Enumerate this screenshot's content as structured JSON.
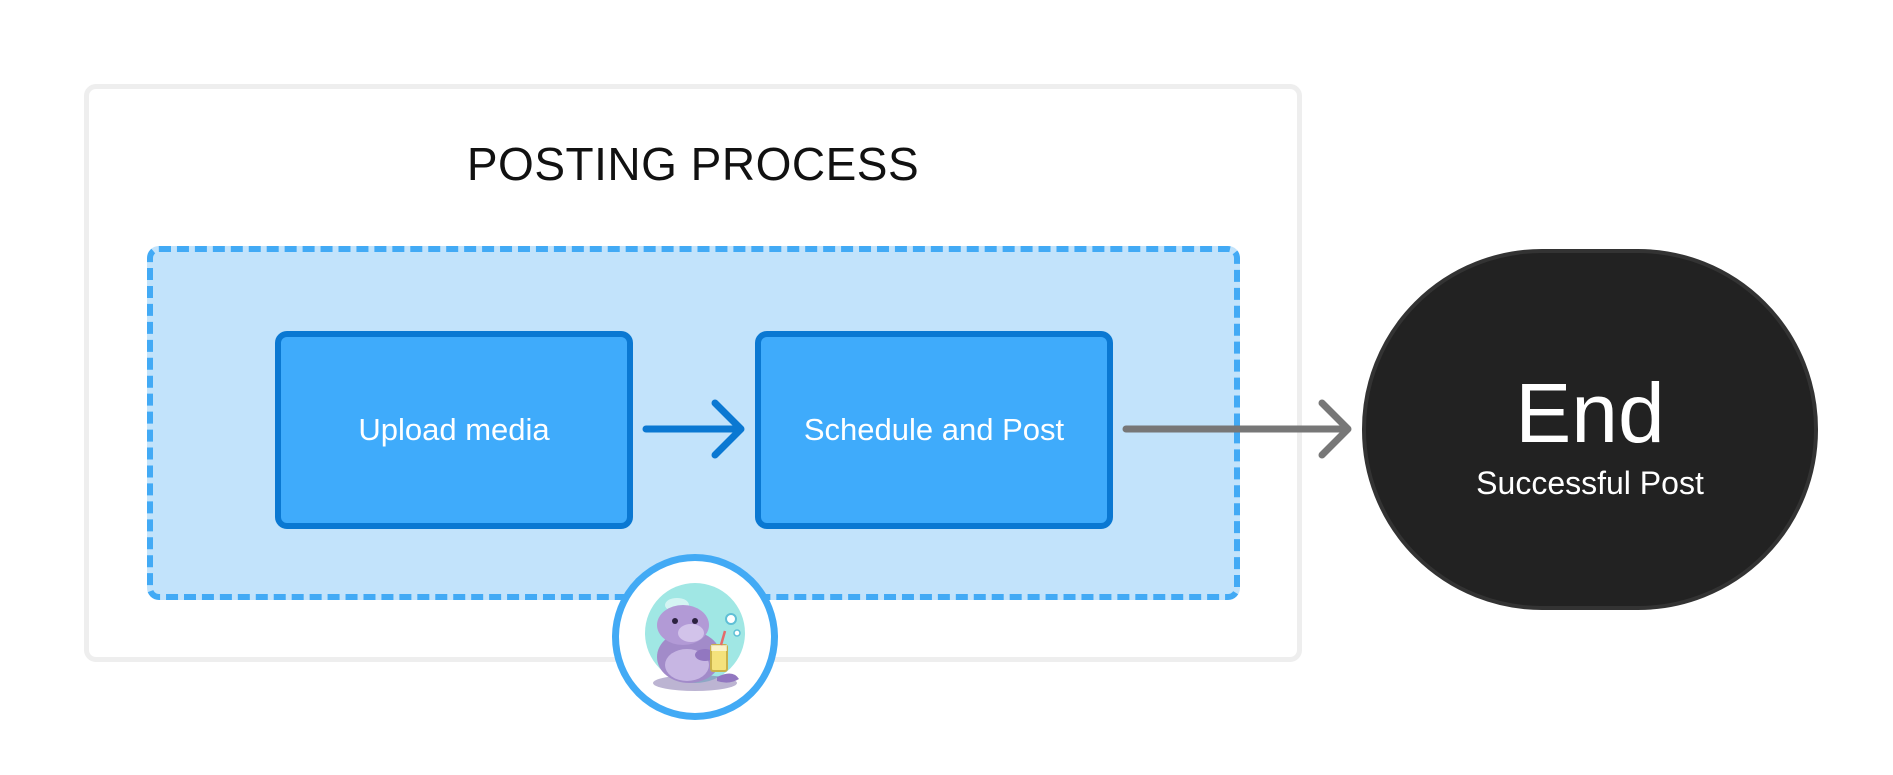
{
  "group": {
    "title": "POSTING PROCESS"
  },
  "steps": [
    {
      "label": "Upload media"
    },
    {
      "label": "Schedule and Post"
    }
  ],
  "end": {
    "title": "End",
    "subtitle": "Successful Post"
  },
  "colors": {
    "step_fill": "#3fabfb",
    "step_border": "#0a78d2",
    "group_fill": "#c2e3fb",
    "group_border": "#42aaf5",
    "end_fill": "#222222",
    "arrow_internal": "#0a78d2",
    "arrow_external": "#777777"
  },
  "mascot": {
    "icon": "manatee-mascot-icon"
  }
}
